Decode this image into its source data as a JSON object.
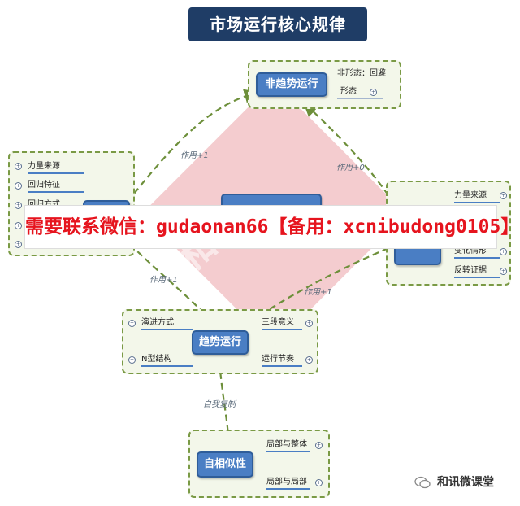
{
  "title": "市场运行核心规律",
  "nodes": {
    "non_trend": "非趋势运行",
    "trend": "趋势运行",
    "self_similar": "自相似性"
  },
  "non_trend_leaves": [
    "非形态：回避",
    "形态"
  ],
  "left_group_leaves": [
    "力量来源",
    "回归特征",
    "回归方式"
  ],
  "right_group_leaves": [
    "力量来源",
    "变化情形",
    "反转证据"
  ],
  "trend_leaves": [
    "演进方式",
    "N型结构",
    "三段意义",
    "运行节奏"
  ],
  "self_similar_leaves": [
    "局部与整体",
    "局部与局部"
  ],
  "edge_labels": [
    "作用+1",
    "作用+0",
    "作用+1",
    "作用+1",
    "自我复制"
  ],
  "banner": "需要联系微信：gudaonan66【备用：xcnibudong0105】",
  "watermark": [
    "和讯",
    "hexun",
    "微课堂"
  ],
  "footer": "和讯微课堂",
  "colors": {
    "title_bg": "#1f3d66",
    "node_blue": "#4a7ec4",
    "group_border": "#7a9a45",
    "banner_text": "#e6141e",
    "watermark": "#e27880"
  }
}
